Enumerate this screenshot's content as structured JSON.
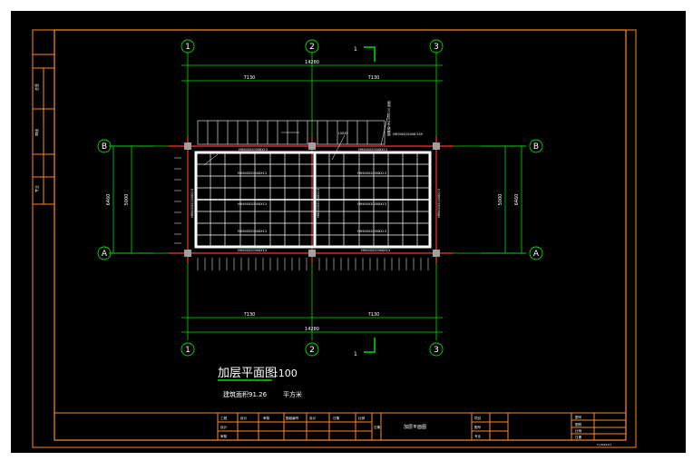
{
  "colors": {
    "background": "#000000",
    "frame": "#ff8c1a",
    "axis": "#00e000",
    "wall": "#ffffff",
    "beam": "#ff3030",
    "column": "#a0a0a0",
    "title_underline": "#00e000"
  },
  "axes": {
    "vertical": [
      "1",
      "2",
      "3"
    ],
    "horizontal": [
      "B",
      "A"
    ]
  },
  "dims": {
    "top_total": "14280",
    "top_bay_left": "7130",
    "top_bay_right": "7130",
    "bottom_total": "14280",
    "bottom_bay_left": "7130",
    "bottom_bay_right": "7130",
    "left_outer": "6460",
    "left_inner": "5000",
    "right_outer": "6460",
    "right_inner": "5000"
  },
  "section_mark": "1",
  "annotations": {
    "beam_top_left": "HM400X200X8X13",
    "beam_top_right": "HM400X200X8X13",
    "slab_note": "L50X5",
    "plate_note": "HM300X150X6.5X9",
    "side_note": "钢楼梯HM100X100 剖面",
    "beam_mid_1": "HM400X200X8X13",
    "beam_mid_2": "HM400X200X8X13",
    "beam_mid_3": "HM400X200X8X13",
    "beam_mid_4": "HM400X200X8X13",
    "beam_mid_5": "HM400X200X8X13",
    "beam_mid_6": "HM400X200X8X13",
    "beam_bot_left": "HM400X200X8X13",
    "beam_bot_right": "HM400X200X8X13",
    "col_left": "HM400X200X8X13",
    "col_mid": "HM400X200X8X13",
    "col_right": "HM400X200X8X13"
  },
  "drawing_title": "加层平面图",
  "drawing_scale": ":100",
  "area_label": "建筑面积91.26",
  "area_unit": "平方米",
  "left_strip": [
    "会签",
    "审核",
    "专业"
  ],
  "title_block": {
    "row1": [
      "工程",
      "设计",
      "审核",
      "图纸编号",
      "设计",
      "日期",
      "比例"
    ],
    "row2": [
      "设计"
    ],
    "row3": [
      "审核"
    ],
    "drawing_name": "加层平面图",
    "field_a": "项目",
    "field_b": "图号",
    "field_c": "专业",
    "field_d": "日期",
    "right_1": "图号",
    "right_2": "图别",
    "right_3": "比例",
    "right_4": "日期",
    "corner": "YJ-2019-01"
  }
}
